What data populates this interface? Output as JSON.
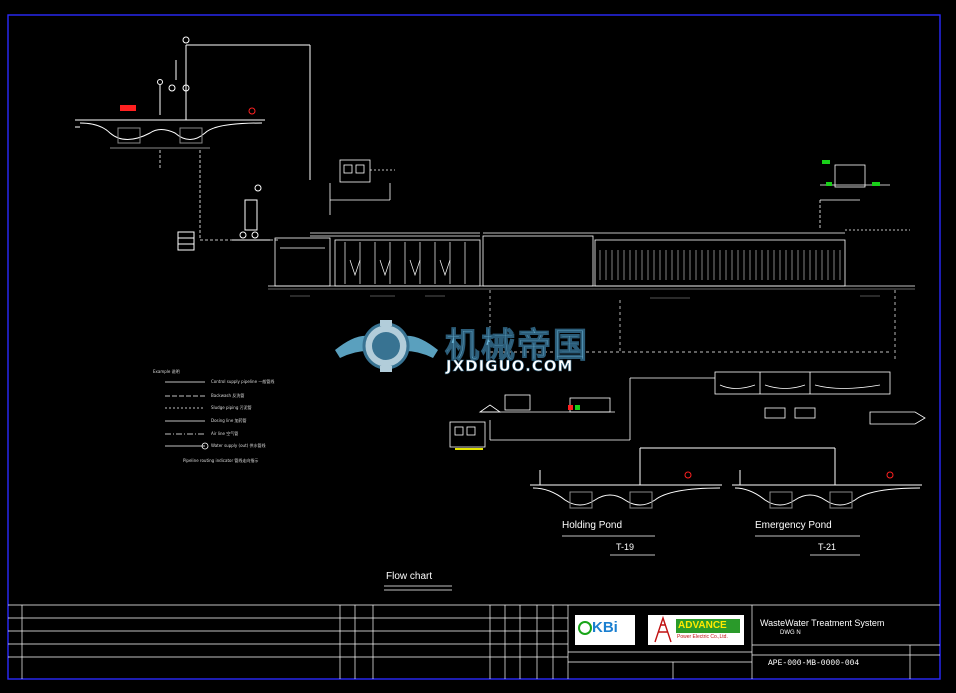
{
  "drawing": {
    "ponds": [
      {
        "name": "Holding Pond",
        "code": "T-19"
      },
      {
        "name": "Emergency Pond",
        "code": "T-21"
      }
    ],
    "caption": "Flow chart",
    "legend_title": "Example 说明",
    "legend_items": [
      "Control supply pipeline 一般管线",
      "Backwash 反洗管",
      "Sludge piping 污泥管",
      "Dosing line 加药管",
      "Air line 空气管",
      "Water supply (out) 供水管线"
    ],
    "legend_footnote": "Pipeline routing indicator 管线走向指示"
  },
  "watermark": {
    "text_cn": "机械帝国",
    "text_en": "JXDIGUO.COM"
  },
  "title_block": {
    "system_title": "WasteWater Treatment System",
    "dwg_label": "DWG  N",
    "drawing_number": "APE-000-MB-0000-004",
    "logo_left": "KBi",
    "logo_right_top": "ADVANCE",
    "logo_right_bottom": "Power Electric Co.,Ltd.",
    "colors": {
      "frame": "#2a2aff",
      "lines": "#ffffff",
      "dim": "#9a9a9a",
      "accent_red": "#ff2020",
      "accent_green": "#19d019"
    }
  }
}
